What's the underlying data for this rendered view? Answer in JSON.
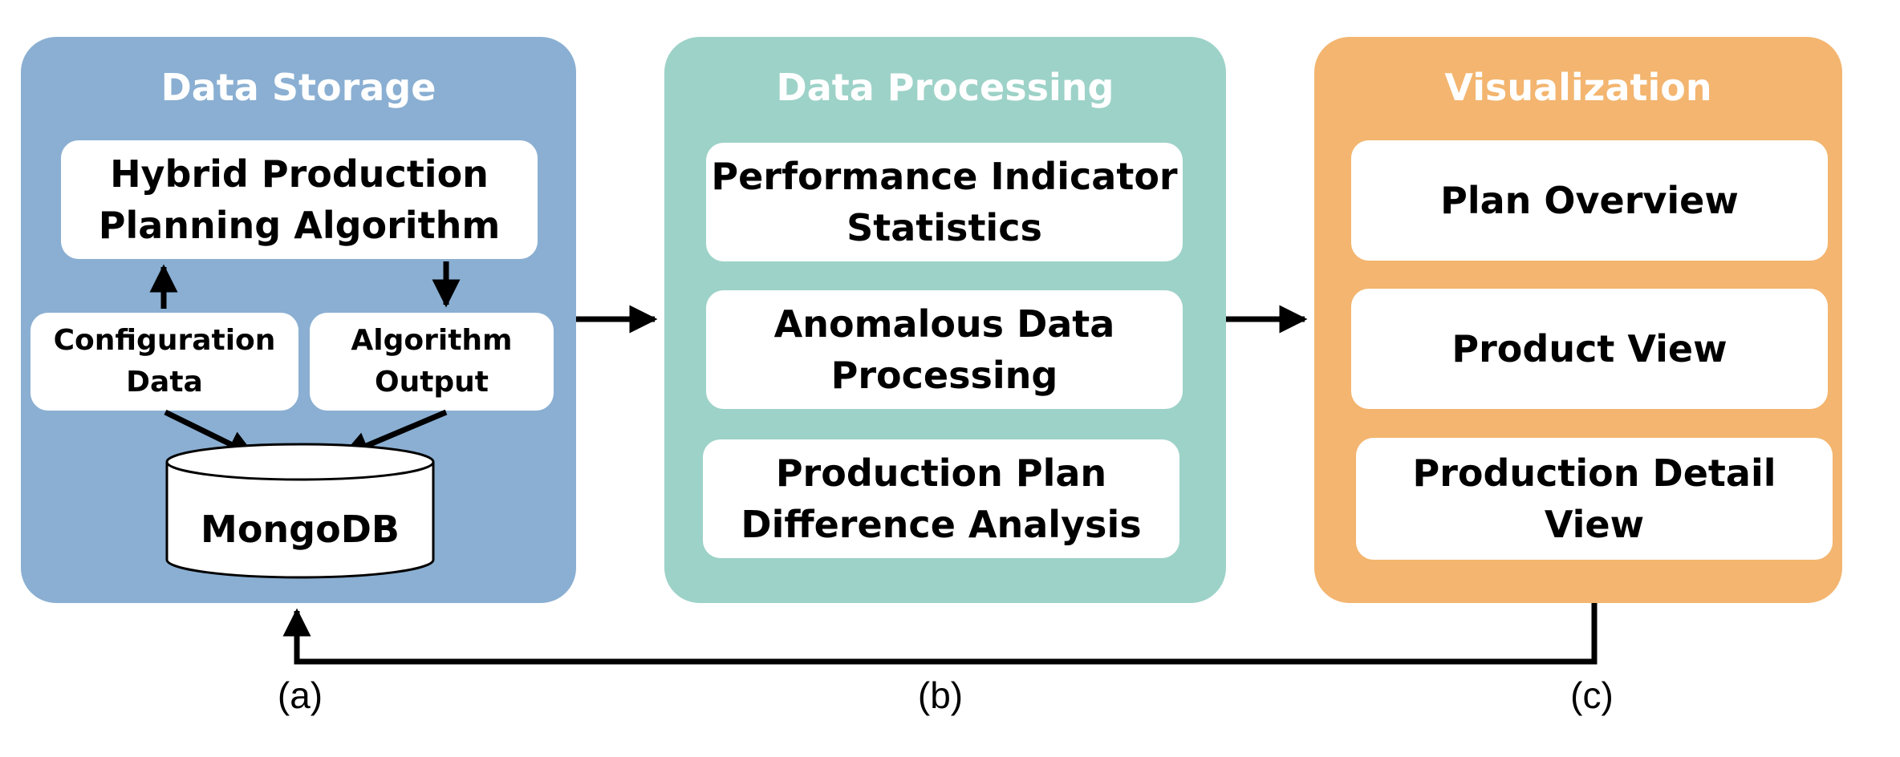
{
  "colors": {
    "storage": "#8aafd2",
    "processing": "#9dd2c8",
    "visualization": "#f3b56f"
  },
  "panels": {
    "storage": {
      "title": "Data Storage",
      "algorithm": "Hybrid Production\nPlanning Algorithm",
      "config": "Configuration\nData",
      "output": "Algorithm\nOutput",
      "db": "MongoDB"
    },
    "processing": {
      "title": "Data Processing",
      "items": [
        "Performance Indicator\nStatistics",
        "Anomalous Data\nProcessing",
        "Production Plan\nDifference Analysis"
      ]
    },
    "visualization": {
      "title": "Visualization",
      "items": [
        "Plan Overview",
        "Product View",
        "Production Detail\nView"
      ]
    }
  },
  "captions": [
    "(a)",
    "(b)",
    "(c)"
  ]
}
